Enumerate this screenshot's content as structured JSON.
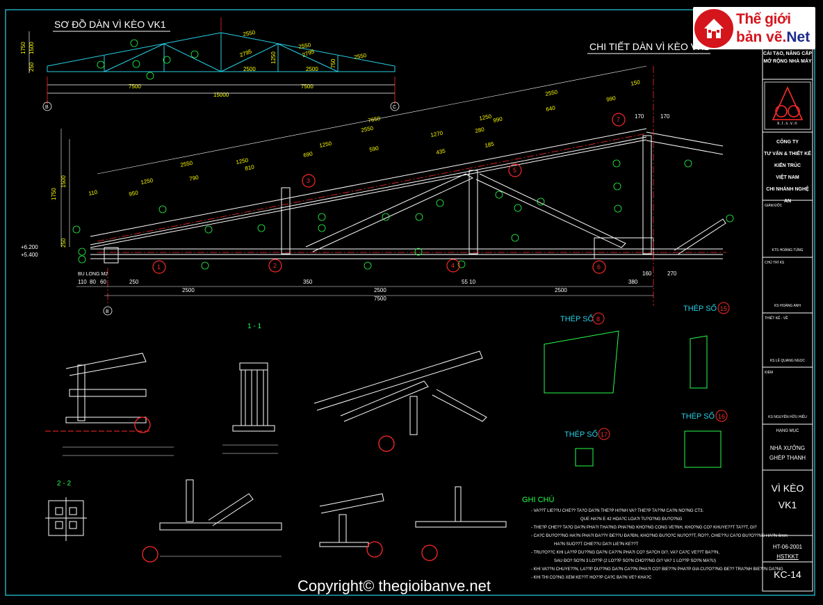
{
  "titles": {
    "truss_diagram": "SƠ ĐỒ DÀN VÌ KÈO VK1",
    "truss_detail": "CHI TIẾT DÀN VÌ KÈO VK1",
    "section_1_1": "1 - 1",
    "section_2_2": "2 - 2"
  },
  "steel_labels": {
    "s8": "THÉP SỐ",
    "n8": "8",
    "s15": "THÉP SỐ",
    "n15": "15",
    "s16": "THÉP SỐ",
    "n16": "16",
    "s17": "THÉP SỐ",
    "n17": "17"
  },
  "diagram_dims": {
    "h1": "1750",
    "h2": "1500",
    "h3": "250",
    "top1": "2550",
    "top2": "2550",
    "top3": "2550",
    "d1": "2795",
    "d2": "2795",
    "b1": "2500",
    "b2": "2500",
    "v1": "1250",
    "v2": "750",
    "span_l": "7500",
    "span_r": "7500",
    "span": "15000",
    "axis_b": "B",
    "axis_c": "C"
  },
  "detail_dims": {
    "top_7650": "7650",
    "top_2550": "2550",
    "top_1250": "1250",
    "top_640": "640",
    "top_990": "990",
    "top_150": "150",
    "r2_2550": "2550",
    "r2_1250": "1250",
    "r2_990": "990",
    "r3_1250": "1250",
    "r3_690": "690",
    "r3_590": "590",
    "r3_1270": "1270",
    "r3_280": "280",
    "r4_1250": "1250",
    "r4_810": "810",
    "r4_435": "435",
    "r4_185": "185",
    "r5_1250": "1250",
    "r5_790": "790",
    "r6_950": "950",
    "r6_110": "110",
    "h1750": "1750",
    "h1500": "1500",
    "h250": "250",
    "lev1": "+6.200",
    "lev2": "+5.400",
    "bot_2500a": "2500",
    "bot_2500b": "2500",
    "bot_2500c": "2500",
    "bot_7500": "7500",
    "b_110": "110",
    "b_80": "80",
    "b_60": "60",
    "b_250": "250",
    "b_350": "350",
    "b_5510": "55 10",
    "b_380": "380",
    "b_270": "270",
    "b_160": "160",
    "top_170a": "170",
    "top_170b": "170",
    "axis_b": "B",
    "bulong": "BU LONG M2"
  },
  "notes": {
    "title": "GHI CHÚ",
    "lines": [
      "- VA??T LIE??U CHE?? TA?O DA?N THE?P HI?NH VA? THE?P TA??M CA?N NO?NG CT3.",
      "QUE HA?N E 42 HOA?C LOA?I TU?O?NG ĐU?O?NG",
      "- THE?P CHE?? TA?O DA?N PHA?I THA?NG PHA?NG KHO?NG CONG VE?NH, KHO?NG CO? KHUYE??T TA??T, GI?",
      "- CA?C ĐU?O??NG HA?N PHA?I ĐA??Y ĐE??U ĐA?ĐN, KHO?NG ĐU?O?C NU?O??T, RO??, CHIE??U CA?O ĐU?O??NG HA?N 6mm",
      "HA?N SUO??T CHIE??U DA?I LIE?N KE??T",
      "- TRU?O??C KHI LA??P DU??NG DA?N CA??N PHA?I CO? SA?CH GI?, VA? CA?C VE??T BA??N,",
      "SAU ĐO? SO?N 3 LO??P (2 LO??P SO?N CHO??NG GI? VA? 1 LO??P SO?N MA?U)",
      "- KHI VA??N CHUYE??N, LA??P DU??NG DA?N CA??N PHA?I CO? BIE??N PHA?P GIA CU?O??NG ĐE?? TRA?NH BIE??N DA?NG",
      "- KHI THI CO?NG XEM KE??T HO??P CA?C BA?N VE? KHA?C"
    ]
  },
  "title_block": {
    "project": "CẢI TẠO, NÂNG CẤP MỞ RỘNG NHÀ MÁY",
    "company_lines": [
      "CÔNG TY",
      "TƯ VẤN & THIẾT KẾ",
      "KIẾN TRÚC",
      "VIỆT NAM",
      "CHI NHÁNH NGHỆ AN"
    ],
    "logo_caption": "k.t.s.v.n",
    "director_label": "GIÁM ĐỐC",
    "director_name": "KTS HOÀNG TÙNG",
    "lead_label": "CHỦ TRÌ KS",
    "lead_name": "KS HOÀNG ANH",
    "design_label": "THIẾT KẾ - VẼ",
    "design_name": "KS LÊ QUANG NGỌC",
    "check_label": "KIỂM",
    "check_name": "KS NGUYỄN HỮU HIẾU",
    "item_label": "HẠNG MỤC",
    "item_lines": [
      "NHÀ XƯỞNG",
      "GHÉP THANH"
    ],
    "sheet_title_lines": [
      "VÌ KÈO",
      "VK1"
    ],
    "code": "HT-06-2001",
    "stage": "HSTKKT",
    "sheet": "KC-14"
  },
  "watermark": {
    "logo_line1": "Thế giới",
    "logo_line2": "bản vẽ.",
    "logo_net": "Net",
    "copyright": "Copyright© thegioibanve.net"
  },
  "colors": {
    "background": "#000000",
    "frame": "#27d2e6",
    "member": "#ffffff",
    "dimension": "#ffff00",
    "axis": "#ff2a2a",
    "weld": "#ff2a2a",
    "label": "#27ff4a",
    "brand_red": "#d4151c",
    "brand_blue": "#1b2a8c"
  }
}
